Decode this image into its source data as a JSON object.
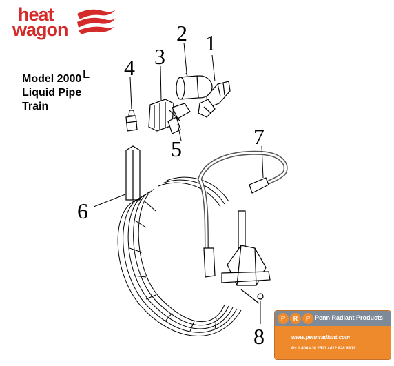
{
  "logo": {
    "line1": "heat",
    "line2": "wagon",
    "brand_color": "#d42a2a"
  },
  "model": {
    "line1": "Model 2000",
    "suffix": "L",
    "line2": "Liquid Pipe",
    "line3": "Train"
  },
  "callouts": [
    "1",
    "2",
    "3",
    "4",
    "5",
    "6",
    "7",
    "8"
  ],
  "badge": {
    "letters": [
      "P",
      "R",
      "P"
    ],
    "company": "Penn Radiant Products",
    "url": "www.pennradiant.com",
    "phone": "P+ 1.800.438.2503  / 412.828.6801",
    "accent_color": "#ee8a2c",
    "header_color": "#7d8a9a"
  }
}
